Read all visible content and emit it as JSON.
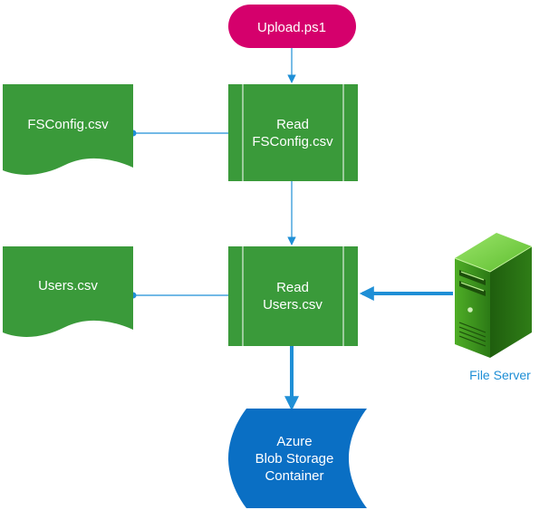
{
  "nodes": {
    "upload_script": {
      "label": "Upload.ps1"
    },
    "fsconfig_doc": {
      "label": "FSConfig.csv"
    },
    "read_fsconfig": {
      "line1": "Read",
      "line2": "FSConfig.csv"
    },
    "users_doc": {
      "label": "Users.csv"
    },
    "read_users": {
      "line1": "Read",
      "line2": "Users.csv"
    },
    "file_server": {
      "label": "File Server"
    },
    "azure_storage": {
      "line1": "Azure",
      "line2": "Blob Storage",
      "line3": "Container"
    }
  },
  "colors": {
    "terminator": "#d5006c",
    "process": "#3a9a3a",
    "document": "#3a9a3a",
    "storage": "#0a6fc4",
    "connector": "#1f8fd6",
    "server_dark": "#2f7d17",
    "server_light": "#7cd44a",
    "caption": "#1f8fd6"
  }
}
